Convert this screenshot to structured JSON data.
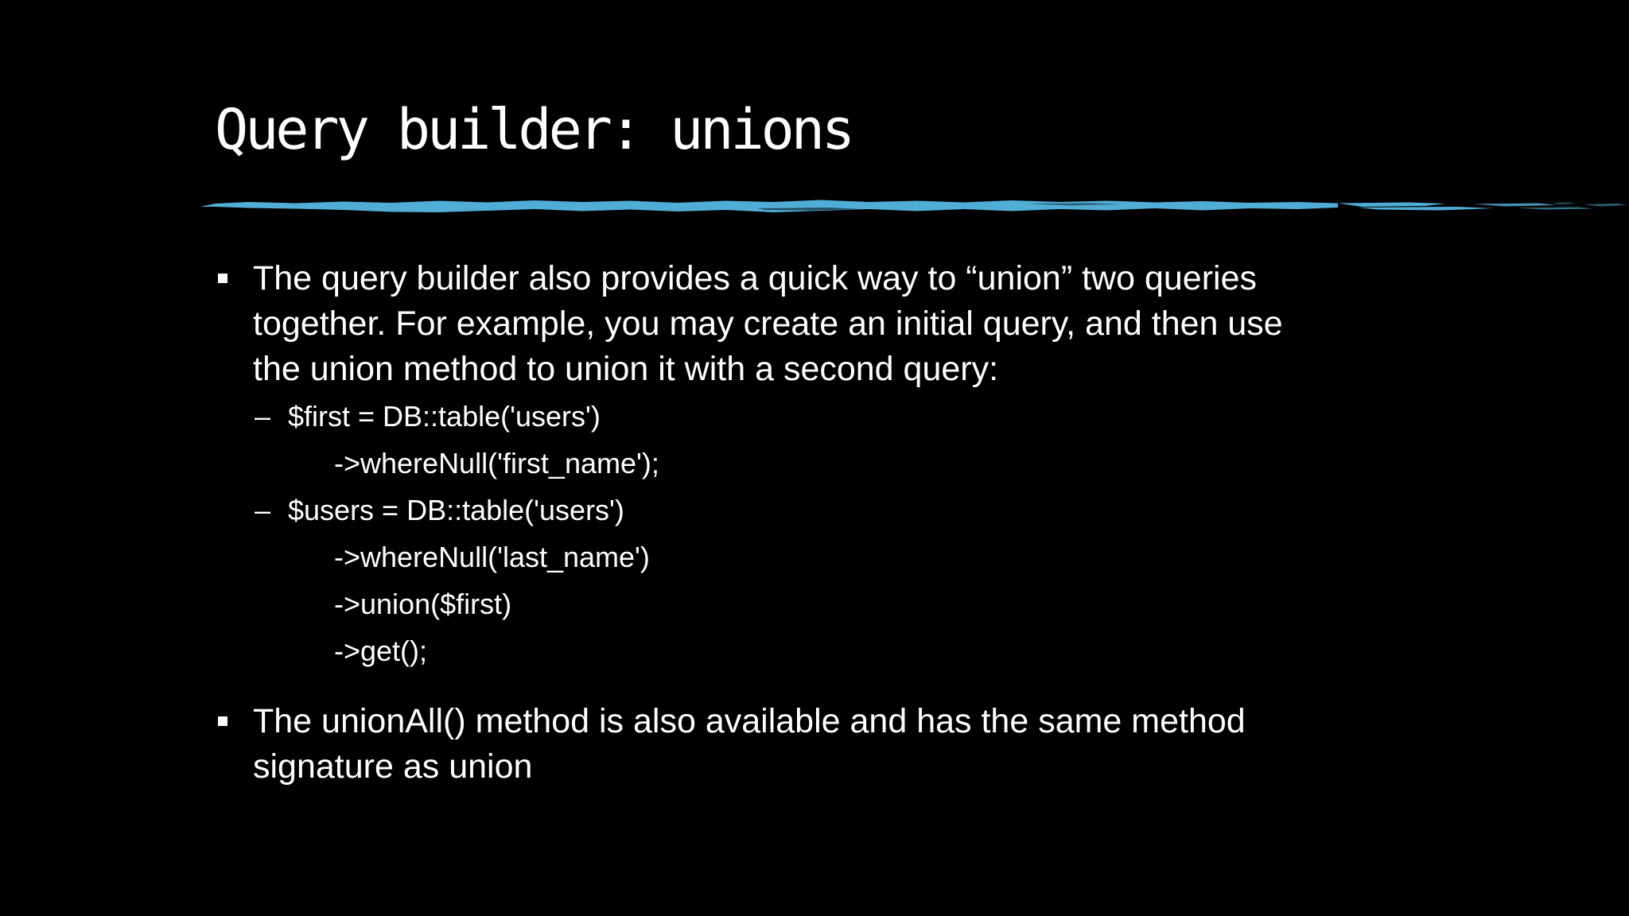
{
  "slide": {
    "title": "Query builder: unions",
    "colors": {
      "background": "#000000",
      "text": "#ffffff",
      "accent": "#4fadd6"
    },
    "bullet1": {
      "marker": "square",
      "lines": [
        "The query builder also provides a quick way to “union” two queries",
        "together. For example, you may create an initial query, and then use",
        "the union method to union it with a second query:"
      ]
    },
    "code": {
      "items": [
        {
          "marker": "–",
          "first": "$first = DB::table('users')",
          "cont": [
            "->whereNull('first_name');"
          ]
        },
        {
          "marker": "–",
          "first": "$users = DB::table('users')",
          "cont": [
            "->whereNull('last_name')",
            "->union($first)",
            "->get();"
          ]
        }
      ]
    },
    "bullet2": {
      "marker": "square",
      "lines": [
        "The unionAll() method is also available and has the same method",
        "signature as union"
      ]
    }
  }
}
